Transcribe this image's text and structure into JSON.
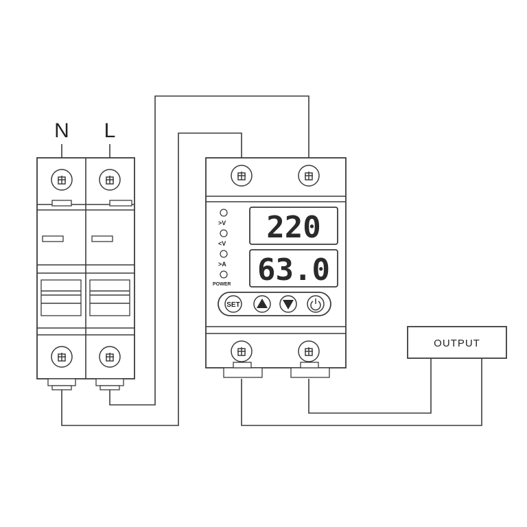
{
  "terminals": {
    "neutral": "N",
    "live": "L"
  },
  "relay": {
    "display_top": "220",
    "display_bottom": "63.0",
    "indicators": [
      {
        "label": ">V"
      },
      {
        "label": "<V"
      },
      {
        "label": ">A"
      },
      {
        "label": "POWER"
      }
    ],
    "buttons": [
      {
        "label": "SET",
        "icon": "set-button"
      },
      {
        "label": "",
        "icon": "up-triangle-icon"
      },
      {
        "label": "",
        "icon": "down-triangle-icon"
      },
      {
        "label": "",
        "icon": "power-icon"
      }
    ]
  },
  "output": {
    "label": "OUTPUT"
  }
}
